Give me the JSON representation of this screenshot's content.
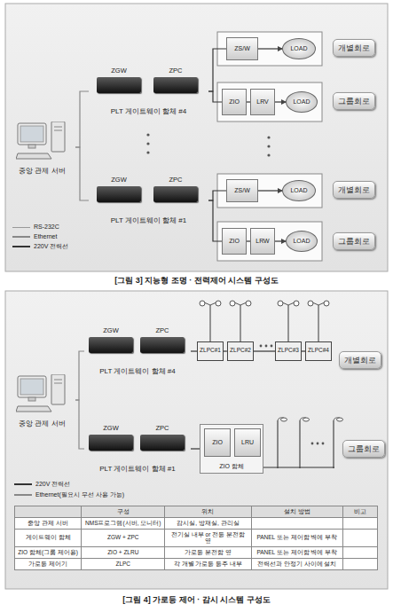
{
  "diagram": {
    "nodes": [
      {
        "text": [
          "중앙 관제 서버"
        ]
      },
      {
        "text": [
          "PLT 게이트웨이 함체 #4"
        ]
      },
      {
        "text": [
          "ZGW"
        ],
        "in": 1
      },
      {
        "text": [
          "ZPC"
        ],
        "in": 1
      },
      {
        "text": [
          "ZS/W"
        ]
      },
      {
        "text": [
          "LOAD"
        ]
      },
      {
        "text": [
          "개별회로"
        ]
      },
      {
        "text": [
          "ZIO"
        ]
      },
      {
        "text": [
          "LRV"
        ]
      },
      {
        "text": [
          "LOAD"
        ]
      },
      {
        "text": [
          "그룹회로"
        ]
      },
      {
        "text": [
          "PLT 게이트웨이 함체 #1"
        ]
      },
      {
        "text": [
          "ZGW"
        ],
        "in": 11
      },
      {
        "text": [
          "ZPC"
        ],
        "in": 11
      },
      {
        "text": [
          "ZS/W"
        ]
      },
      {
        "text": [
          "LOAD"
        ]
      },
      {
        "text": [
          "개별회로"
        ]
      },
      {
        "text": [
          "ZIO"
        ]
      },
      {
        "text": [
          "LRW"
        ]
      },
      {
        "text": [
          "LOAD"
        ]
      },
      {
        "text": [
          "그룹회로"
        ]
      },
      {
        "text": [
          "PLT 게이트웨이 함체 #4"
        ]
      },
      {
        "text": [
          "ZGW"
        ],
        "in": 21
      },
      {
        "text": [
          "ZPC"
        ],
        "in": 21
      },
      {
        "text": [
          "ZLPC#1"
        ]
      },
      {
        "text": [
          "ZLPC#2"
        ]
      },
      {
        "text": [
          "ZLPC#3"
        ]
      },
      {
        "text": [
          "ZLPC#4"
        ]
      },
      {
        "text": [
          "개별회로"
        ]
      },
      {
        "text": [
          "중앙 관제 서버"
        ]
      },
      {
        "text": [
          "PLT 게이트웨이 함체 #1"
        ]
      },
      {
        "text": [
          "ZGW"
        ],
        "in": 30
      },
      {
        "text": [
          "ZPC"
        ],
        "in": 30
      },
      {
        "text": [
          "ZIO 함체"
        ]
      },
      {
        "text": [
          "ZIO"
        ],
        "in": 33
      },
      {
        "text": [
          "LRU"
        ],
        "in": 33
      },
      {
        "text": [
          "그룹회로"
        ]
      }
    ],
    "edges": [
      {
        "from": 0,
        "to": 1,
        "arrow": "none"
      },
      {
        "from": 0,
        "to": 11,
        "arrow": "none"
      },
      {
        "from": 1,
        "to": 4,
        "arrow": "none"
      },
      {
        "from": 1,
        "to": 7,
        "arrow": "none"
      },
      {
        "from": 4,
        "to": 5,
        "arrow": "to"
      },
      {
        "from": 7,
        "to": 8,
        "arrow": "none"
      },
      {
        "from": 8,
        "to": 9,
        "arrow": "to"
      },
      {
        "from": 11,
        "to": 14,
        "arrow": "none"
      },
      {
        "from": 11,
        "to": 17,
        "arrow": "none"
      },
      {
        "from": 14,
        "to": 15,
        "arrow": "to"
      },
      {
        "from": 17,
        "to": 18,
        "arrow": "none"
      },
      {
        "from": 18,
        "to": 19,
        "arrow": "to"
      },
      {
        "from": 29,
        "to": 21,
        "arrow": "none"
      },
      {
        "from": 29,
        "to": 30,
        "arrow": "none"
      },
      {
        "from": 21,
        "to": 24,
        "arrow": "none"
      },
      {
        "from": 24,
        "to": 25,
        "arrow": "none"
      },
      {
        "from": 25,
        "to": 26,
        "arrow": "none"
      },
      {
        "from": 26,
        "to": 27,
        "arrow": "none"
      },
      {
        "from": 30,
        "to": 33,
        "arrow": "none"
      }
    ],
    "labels": [
      "[그림 3] 지능형 조명 · 전력제어 시스템 구성도",
      "[그림 4] 가로등 제어 · 감시 시스템 구성도",
      "구성",
      "위치",
      "설치 방법",
      "비고",
      "중앙 관제 서버",
      "NMS프로그램(서버, 모니터)",
      "감시실, 방재실, 관리실",
      "게이트웨이 함체",
      "ZGW + ZPC",
      "전기실 내부 or 전등 분전함 옆",
      "PANEL 또는 제어함 벽에 부착",
      "ZIO 함체(그룹 제어용)",
      "ZIO + ZLRU",
      "가로등 분전함 옆",
      "PANEL 또는 제어함 벽에 부착",
      "가로등 제어기",
      "ZLPC",
      "각 개별 가로등 등주 내부",
      "전력선과 안정기 사이에 설치"
    ],
    "legend": [
      {
        "text": "RS-232C"
      },
      {
        "text": "Ethernet"
      },
      {
        "text": "220V 전력선"
      },
      {
        "text": "220V 전력선"
      },
      {
        "text": "Ethernet(필요시 무선 사용 가능)"
      }
    ]
  }
}
